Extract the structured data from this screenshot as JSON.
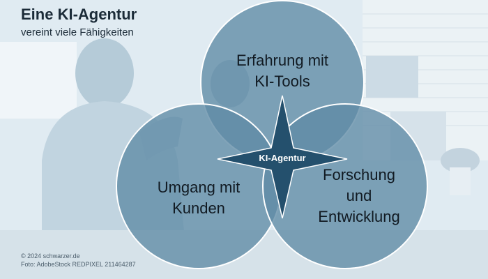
{
  "header": {
    "title": "Eine KI-Agentur",
    "subtitle": "vereint viele Fähigkeiten"
  },
  "diagram": {
    "circles": [
      {
        "id": "top",
        "lines": [
          "Erfahrung mit",
          "KI-Tools"
        ]
      },
      {
        "id": "left",
        "lines": [
          "Umgang mit",
          "Kunden"
        ]
      },
      {
        "id": "right",
        "lines": [
          "Forschung",
          "und",
          "Entwicklung"
        ]
      }
    ],
    "center_label": "KI-Agentur"
  },
  "footer": {
    "copyright": "© 2024 schwarzer.de",
    "photo_credit": "Foto: AdobeStock REDPIXEL 211464287"
  },
  "colors": {
    "circle_fill": "#5f8aa5",
    "circle_stroke": "#ffffff",
    "star_fill": "#24506d",
    "title_color": "#1b2b38"
  }
}
